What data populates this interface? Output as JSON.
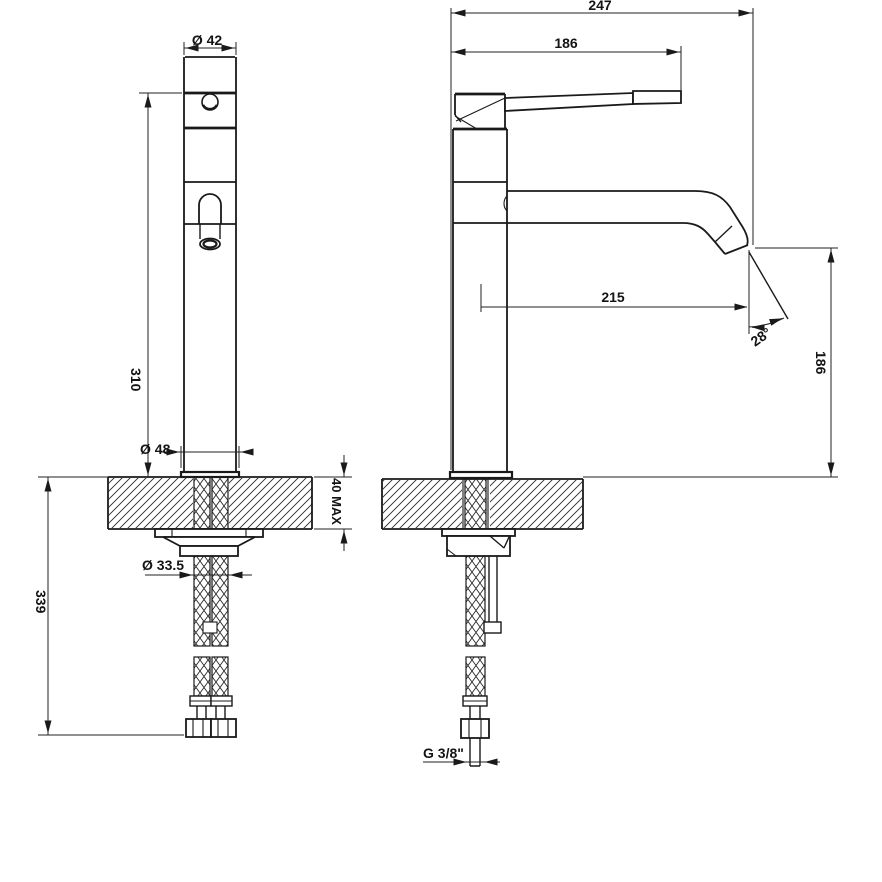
{
  "drawing": {
    "front_view": {
      "top_diameter": "Ø 42",
      "height_above_deck": "310",
      "base_diameter": "Ø 48",
      "deck_thickness_max": "40 MAX",
      "hole_diameter": "Ø 33.5",
      "depth_below_deck": "339"
    },
    "side_view": {
      "overall_depth": "247",
      "handle_length": "186",
      "spout_reach": "215",
      "spout_angle": "28°",
      "spout_height": "186",
      "supply_connection": "G 3/8\""
    },
    "line_color": "#1a1a1a",
    "background_color": "#ffffff"
  }
}
